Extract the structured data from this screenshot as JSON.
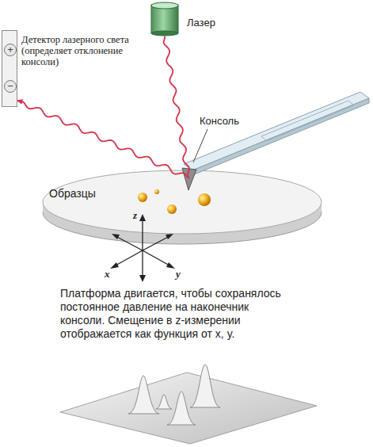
{
  "diagram": {
    "nodes": [
      {
        "text": [
          "Детектор лазерного света (определяет отклонение консоли)",
          "+",
          "−"
        ]
      },
      {
        "text": [
          "Лазер"
        ]
      }
    ],
    "edges": [
      {
        "from": 1,
        "to": 0,
        "arrow": "to"
      }
    ],
    "labels": [
      "Консоль",
      "Образцы",
      "z",
      "x",
      "y",
      "Платформа двигается, чтобы сохранялось постоянное давление на наконечник консоли. Смещение в z-измерении отображается как функция от x, y."
    ]
  }
}
